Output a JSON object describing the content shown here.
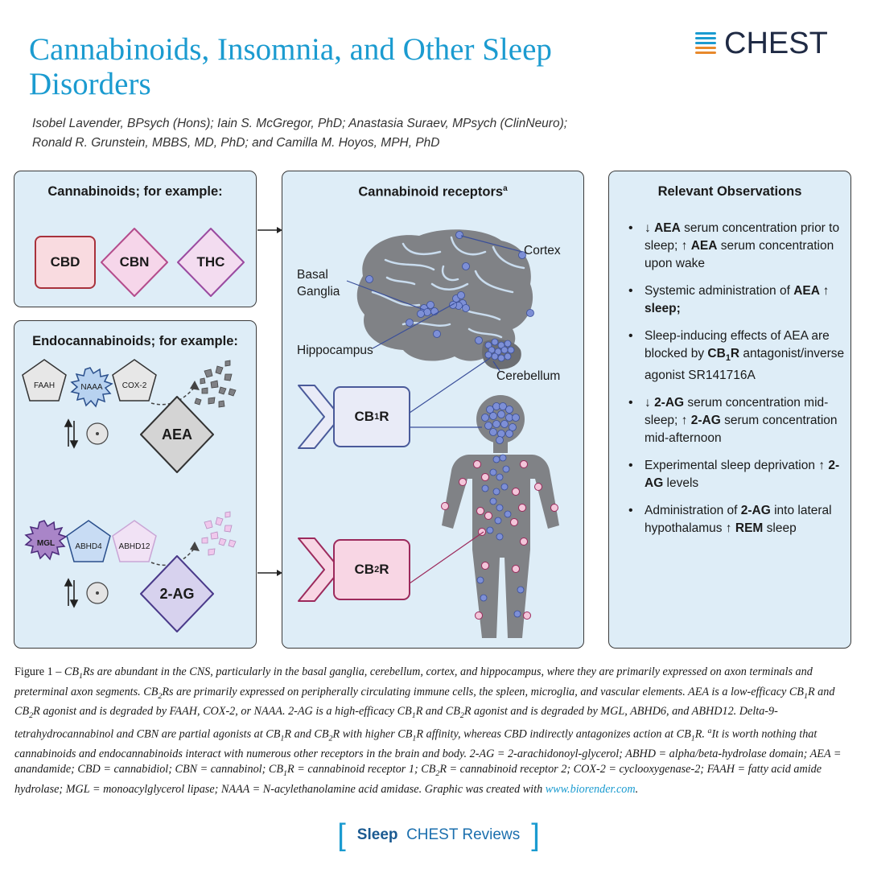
{
  "header": {
    "title": "Cannabinoids, Insomnia, and Other Sleep Disorders",
    "logo_text": "CHEST",
    "authors_line1": "Isobel Lavender, BPsych (Hons); Iain S. McGregor, PhD; Anastasia Suraev, MPsych (ClinNeuro);",
    "authors_line2": "Ronald R. Grunstein, MBBS, MD, PhD; and Camilla M. Hoyos, MPH, PhD"
  },
  "cannabinoids": {
    "title": "Cannabinoids; for example:",
    "items": [
      "CBD",
      "CBN",
      "THC"
    ]
  },
  "endocannabinoids": {
    "title": "Endocannabinoids; for example:",
    "aea_enzymes": [
      "FAAH",
      "NAAA",
      "COX-2"
    ],
    "aea_label": "AEA",
    "ag_enzymes": [
      "MGL",
      "ABHD4",
      "ABHD12"
    ],
    "ag_label": "2-AG"
  },
  "receptors": {
    "title": "Cannabinoid receptors",
    "title_sup": "a",
    "cortex": "Cortex",
    "basal_ganglia_1": "Basal",
    "basal_ganglia_2": "Ganglia",
    "hippocampus": "Hippocampus",
    "cerebellum": "Cerebellum",
    "cb1_main": "CB",
    "cb1_sub": "1",
    "cb1_end": "R",
    "cb2_main": "CB",
    "cb2_sub": "2",
    "cb2_end": "R"
  },
  "observations": {
    "title": "Relevant Observations",
    "items": [
      [
        {
          "t": "↓ "
        },
        {
          "t": "AEA",
          "b": true
        },
        {
          "t": " serum concentration prior to sleep; ↑ "
        },
        {
          "t": "AEA",
          "b": true
        },
        {
          "t": " serum concentration upon wake"
        }
      ],
      [
        {
          "t": "Systemic administration of "
        },
        {
          "t": "AEA ↑ sleep;",
          "b": true
        }
      ],
      [
        {
          "t": "Sleep-inducing effects of AEA are blocked by "
        },
        {
          "t": "CB",
          "b": true
        },
        {
          "t": "1",
          "b": true,
          "sub": true
        },
        {
          "t": "R",
          "b": true
        },
        {
          "t": " antagonist/inverse agonist SR141716A"
        }
      ],
      [
        {
          "t": "↓ "
        },
        {
          "t": "2-AG",
          "b": true
        },
        {
          "t": " serum concentration mid-sleep; ↑ "
        },
        {
          "t": "2-AG",
          "b": true
        },
        {
          "t": " serum concentration mid-afternoon"
        }
      ],
      [
        {
          "t": "Experimental sleep deprivation ↑ "
        },
        {
          "t": "2-AG",
          "b": true
        },
        {
          "t": " levels"
        }
      ],
      [
        {
          "t": "Administration of "
        },
        {
          "t": "2-AG",
          "b": true
        },
        {
          "t": " into lateral hypothalamus ↑ "
        },
        {
          "t": "REM",
          "b": true
        },
        {
          "t": " sleep"
        }
      ]
    ]
  },
  "caption": [
    {
      "t": "Figure 1 – "
    },
    {
      "t": "CB",
      "i": true
    },
    {
      "t": "1",
      "i": true,
      "sub": true
    },
    {
      "t": "Rs are abundant in the CNS, particularly in the basal ganglia, cerebellum, cortex, and hippocampus, where they are primarily expressed on axon terminals and preterminal axon segments. CB",
      "i": true
    },
    {
      "t": "2",
      "i": true,
      "sub": true
    },
    {
      "t": "Rs are primarily expressed on peripherally circulating immune cells, the spleen, microglia, and vascular elements. AEA is a low-efficacy CB",
      "i": true
    },
    {
      "t": "1",
      "i": true,
      "sub": true
    },
    {
      "t": "R and CB",
      "i": true
    },
    {
      "t": "2",
      "i": true,
      "sub": true
    },
    {
      "t": "R agonist and is degraded by FAAH, COX-2, or NAAA. 2-AG is a high-efficacy CB",
      "i": true
    },
    {
      "t": "1",
      "i": true,
      "sub": true
    },
    {
      "t": "R and CB",
      "i": true
    },
    {
      "t": "2",
      "i": true,
      "sub": true
    },
    {
      "t": "R agonist and is degraded by MGL, ABHD6, and ABHD12. Delta-9-tetrahydrocannabinol and CBN are partial agonists at CB",
      "i": true
    },
    {
      "t": "1",
      "i": true,
      "sub": true
    },
    {
      "t": "R and CB",
      "i": true
    },
    {
      "t": "2",
      "i": true,
      "sub": true
    },
    {
      "t": "R with higher CB",
      "i": true
    },
    {
      "t": "1",
      "i": true,
      "sub": true
    },
    {
      "t": "R affinity, whereas CBD indirectly antagonizes action at CB",
      "i": true
    },
    {
      "t": "1",
      "i": true,
      "sub": true
    },
    {
      "t": "R. ",
      "i": true
    },
    {
      "t": "a",
      "i": true,
      "sup": true
    },
    {
      "t": "It is worth nothing that cannabinoids and endocannabinoids interact with numerous other receptors in the brain and body. 2-AG = 2-arachidonoyl-glycerol; ABHD = alpha/beta-hydrolase domain; AEA = anandamide; CBD = cannabidiol; CBN = cannabinol; CB",
      "i": true
    },
    {
      "t": "1",
      "i": true,
      "sub": true
    },
    {
      "t": "R = cannabinoid receptor 1; CB",
      "i": true
    },
    {
      "t": "2",
      "i": true,
      "sub": true
    },
    {
      "t": "R = cannabinoid receptor 2; COX-2 = cyclooxygenase-2; FAAH = fatty acid amide hydrolase; MGL = monoacylglycerol lipase; NAAA = N-acylethanolamine acid amidase. Graphic was created with ",
      "i": true
    },
    {
      "t": "www.biorender.com",
      "link": true
    },
    {
      "t": ".",
      "i": true
    }
  ],
  "footer": {
    "bracket_left": "[",
    "topic": "Sleep",
    "journal": "CHEST Reviews",
    "bracket_right": "]"
  },
  "colors": {
    "title_blue": "#1b9bd0",
    "panel_bg": "#deedf7",
    "cbd_fill": "#f9dbe0",
    "cbd_stroke": "#a8323c",
    "cbn_fill": "#f6d6ea",
    "cbn_stroke": "#b44c8c",
    "thc_fill": "#f3dcf0",
    "thc_stroke": "#9a4aa0",
    "cb1_fill": "#e9ebf7",
    "cb2_fill": "#f8d6e4",
    "dot_blue": "#7d8fd6",
    "brain_gray": "#808286"
  },
  "icons": [
    "chest-logo-icon",
    "brain-icon",
    "human-body-icon",
    "arrow-right-icon",
    "up-down-arrow-icon",
    "receptor-icon"
  ]
}
